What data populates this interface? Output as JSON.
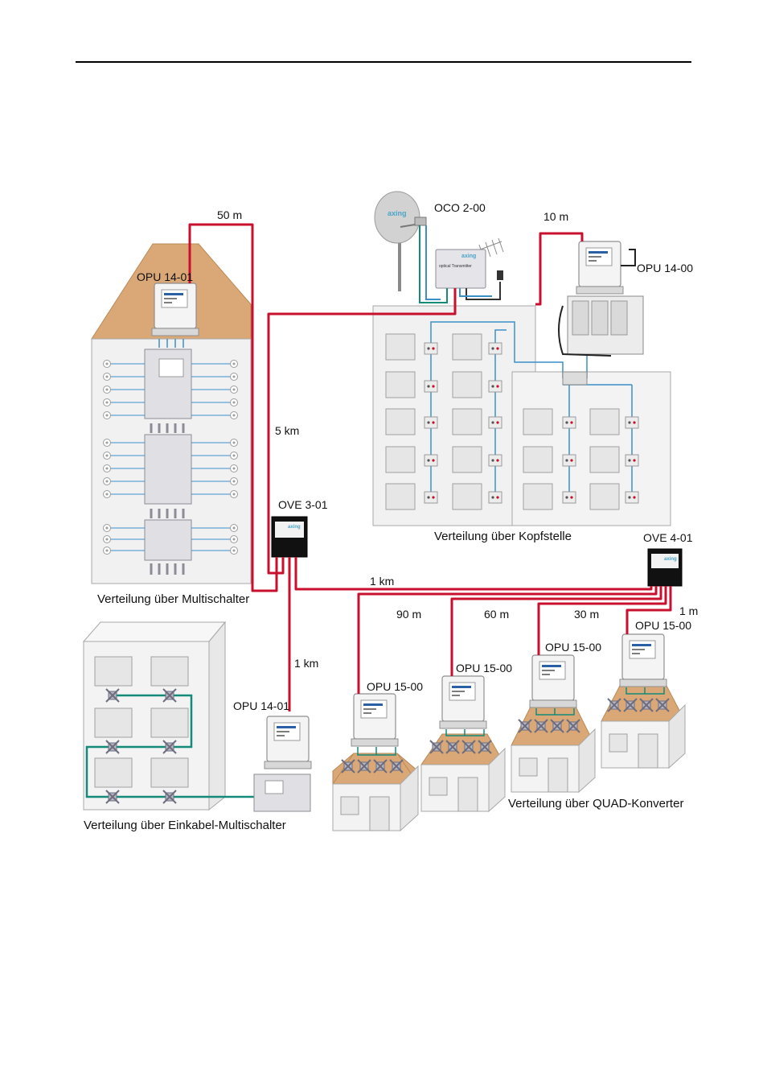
{
  "labels": {
    "dist_50m": "50 m",
    "oco": "OCO 2-00",
    "dist_10m": "10 m",
    "opu_roof": "OPU 14-01",
    "opu_head": "OPU 14-00",
    "dist_5km": "5 km",
    "ove3": "OVE 3-01",
    "ove4": "OVE 4-01",
    "dist_1km_h": "1 km",
    "dist_1km_v": "1 km",
    "dist_90m": "90 m",
    "dist_60m": "60 m",
    "dist_30m": "30 m",
    "dist_1m": "1 m",
    "opu_h1": "OPU 15-00",
    "opu_h2": "OPU 15-00",
    "opu_h3": "OPU 15-00",
    "opu_h4": "OPU 15-00",
    "opu_einkabel": "OPU 14-01",
    "cap_multischalter": "Verteilung über Multischalter",
    "cap_kopfstelle": "Verteilung über Kopfstelle",
    "cap_einkabel": "Verteilung über Einkabel-Multischalter",
    "cap_quad": "Verteilung über QUAD-Konverter",
    "dish_logo": "axing",
    "oco_logo": "axing",
    "oco_caption": "optical Transmitter",
    "ove3_logo": "axing",
    "ove4_logo": "axing"
  },
  "colors": {
    "fiber": "#c8102e",
    "coax": "#3a8fc9",
    "teal": "#138a7a",
    "roof": "#d9a876",
    "wall": "#f1f1f1",
    "outline": "#a8a8a8"
  }
}
